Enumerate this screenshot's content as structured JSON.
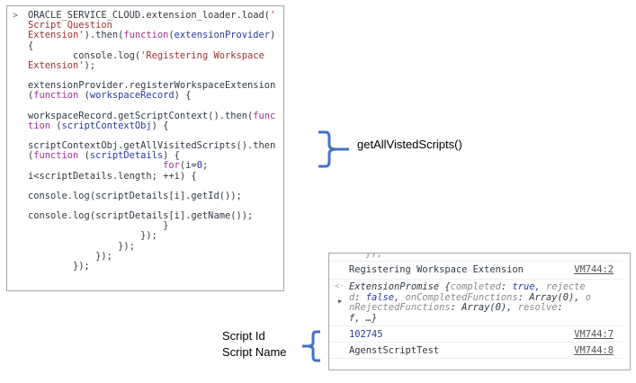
{
  "code_panel": {
    "prompt_symbol": ">",
    "lines": [
      [
        {
          "t": "ORACLE_SERVICE_CLOUD.extension_loader.load(",
          "c": ""
        },
        {
          "t": "'",
          "c": "str"
        }
      ],
      [
        {
          "t": "Script Question",
          "c": "str"
        }
      ],
      [
        {
          "t": "Extension'",
          "c": "str"
        },
        {
          "t": ").then(",
          "c": ""
        },
        {
          "t": "function",
          "c": "kw"
        },
        {
          "t": "(",
          "c": ""
        },
        {
          "t": "extensionProvider",
          "c": "param"
        },
        {
          "t": ")",
          "c": ""
        }
      ],
      [
        {
          "t": "{",
          "c": ""
        }
      ],
      [
        {
          "t": "        console.log(",
          "c": ""
        },
        {
          "t": "'Registering Workspace",
          "c": "str"
        }
      ],
      [
        {
          "t": "Extension'",
          "c": "str"
        },
        {
          "t": ");",
          "c": ""
        }
      ],
      [
        {
          "t": "",
          "c": ""
        }
      ],
      [
        {
          "t": "extensionProvider.registerWorkspaceExtension",
          "c": ""
        }
      ],
      [
        {
          "t": "(",
          "c": ""
        },
        {
          "t": "function",
          "c": "kw"
        },
        {
          "t": " (",
          "c": ""
        },
        {
          "t": "workspaceRecord",
          "c": "param"
        },
        {
          "t": ") {",
          "c": ""
        }
      ],
      [
        {
          "t": "",
          "c": ""
        }
      ],
      [
        {
          "t": "workspaceRecord.getScriptContext().then(",
          "c": ""
        },
        {
          "t": "func",
          "c": "kw"
        }
      ],
      [
        {
          "t": "tion",
          "c": "kw"
        },
        {
          "t": " (",
          "c": ""
        },
        {
          "t": "scriptContextObj",
          "c": "param"
        },
        {
          "t": ") {",
          "c": ""
        }
      ],
      [
        {
          "t": "",
          "c": ""
        }
      ],
      [
        {
          "t": "scriptContextObj.getAllVisitedScripts().then",
          "c": ""
        }
      ],
      [
        {
          "t": "(",
          "c": ""
        },
        {
          "t": "function",
          "c": "kw"
        },
        {
          "t": " (",
          "c": ""
        },
        {
          "t": "scriptDetails",
          "c": "param"
        },
        {
          "t": ") {",
          "c": ""
        }
      ],
      [
        {
          "t": "                        ",
          "c": ""
        },
        {
          "t": "for",
          "c": "kw"
        },
        {
          "t": "(i=",
          "c": ""
        },
        {
          "t": "0",
          "c": "num"
        },
        {
          "t": ";",
          "c": ""
        }
      ],
      [
        {
          "t": "i<scriptDetails.length; ++i) {",
          "c": ""
        }
      ],
      [
        {
          "t": "",
          "c": ""
        }
      ],
      [
        {
          "t": "console.log(scriptDetails[i].getId());",
          "c": ""
        }
      ],
      [
        {
          "t": "",
          "c": ""
        }
      ],
      [
        {
          "t": "console.log(scriptDetails[i].getName());",
          "c": ""
        }
      ],
      [
        {
          "t": "                        }",
          "c": ""
        }
      ],
      [
        {
          "t": "                    });",
          "c": ""
        }
      ],
      [
        {
          "t": "                });",
          "c": ""
        }
      ],
      [
        {
          "t": "            });",
          "c": ""
        }
      ],
      [
        {
          "t": "        });",
          "c": ""
        }
      ]
    ]
  },
  "console_panel": {
    "truncated_top": "});",
    "rows": [
      {
        "text": "Registering Workspace Extension",
        "link": "VM744:2"
      },
      {
        "return_arrow": "<·",
        "expand_icon": "▶",
        "promise_lines": [
          [
            {
              "t": "ExtensionPromise {",
              "c": "italic"
            },
            {
              "t": "completed",
              "c": "italic gray"
            },
            {
              "t": ": ",
              "c": "italic"
            },
            {
              "t": "true",
              "c": "italic param"
            },
            {
              "t": ", ",
              "c": "italic"
            },
            {
              "t": "rejecte",
              "c": "italic gray"
            }
          ],
          [
            {
              "t": "d",
              "c": "italic gray"
            },
            {
              "t": ": ",
              "c": "italic"
            },
            {
              "t": "false",
              "c": "italic param"
            },
            {
              "t": ", ",
              "c": "italic"
            },
            {
              "t": "onCompletedFunctions",
              "c": "italic gray"
            },
            {
              "t": ": Array(0), ",
              "c": "italic"
            },
            {
              "t": "o",
              "c": "italic gray"
            }
          ],
          [
            {
              "t": "nRejectedFunctions",
              "c": "italic gray"
            },
            {
              "t": ": Array(0), ",
              "c": "italic"
            },
            {
              "t": "resolve",
              "c": "italic gray"
            },
            {
              "t": ":",
              "c": "italic"
            }
          ],
          [
            {
              "t": "f, …}",
              "c": "italic"
            }
          ]
        ]
      },
      {
        "text": "102745",
        "link": "VM744:7",
        "numeric": true
      },
      {
        "text": "AgenstScriptTest",
        "link": "VM744:8"
      }
    ]
  },
  "annotations": {
    "get_all_visited": "getAllVistedScripts()",
    "script_id": "Script Id",
    "script_name": "Script Name"
  },
  "colors": {
    "brace": "#4472c4",
    "string": "#a1302c",
    "keyword": "#a42e9a",
    "param": "#273aa1"
  }
}
